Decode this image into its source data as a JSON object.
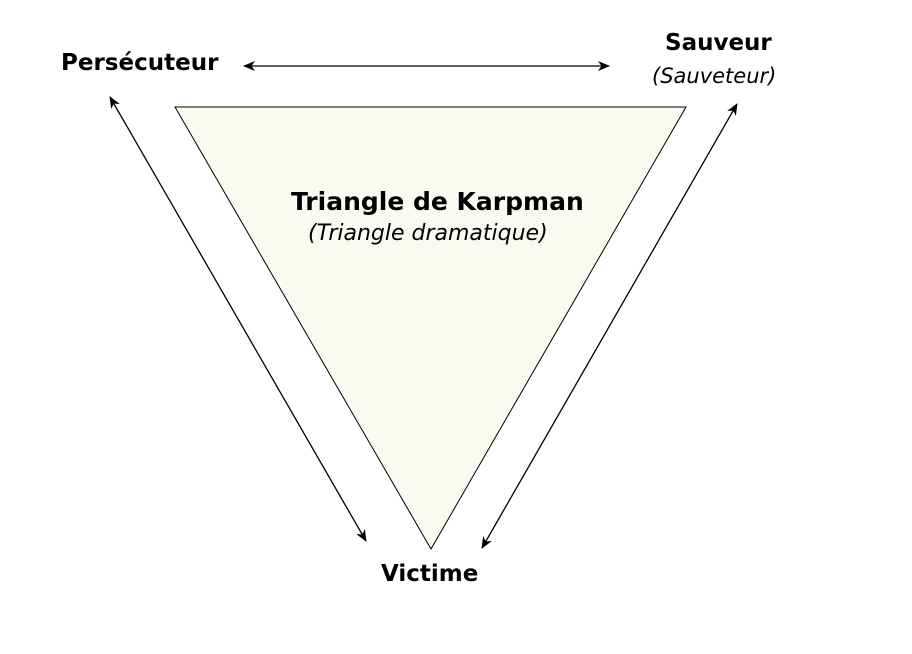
{
  "diagram": {
    "title": "Triangle de Karpman",
    "subtitle": "(Triangle dramatique)",
    "roles": {
      "persecutor": {
        "label": "Persécuteur"
      },
      "rescuer": {
        "label": "Sauveur",
        "alt_label": "(Sauveteur)"
      },
      "victim": {
        "label": "Victime"
      }
    },
    "colors": {
      "triangle_fill": "#fbfaf0",
      "stroke": "#000000"
    }
  }
}
